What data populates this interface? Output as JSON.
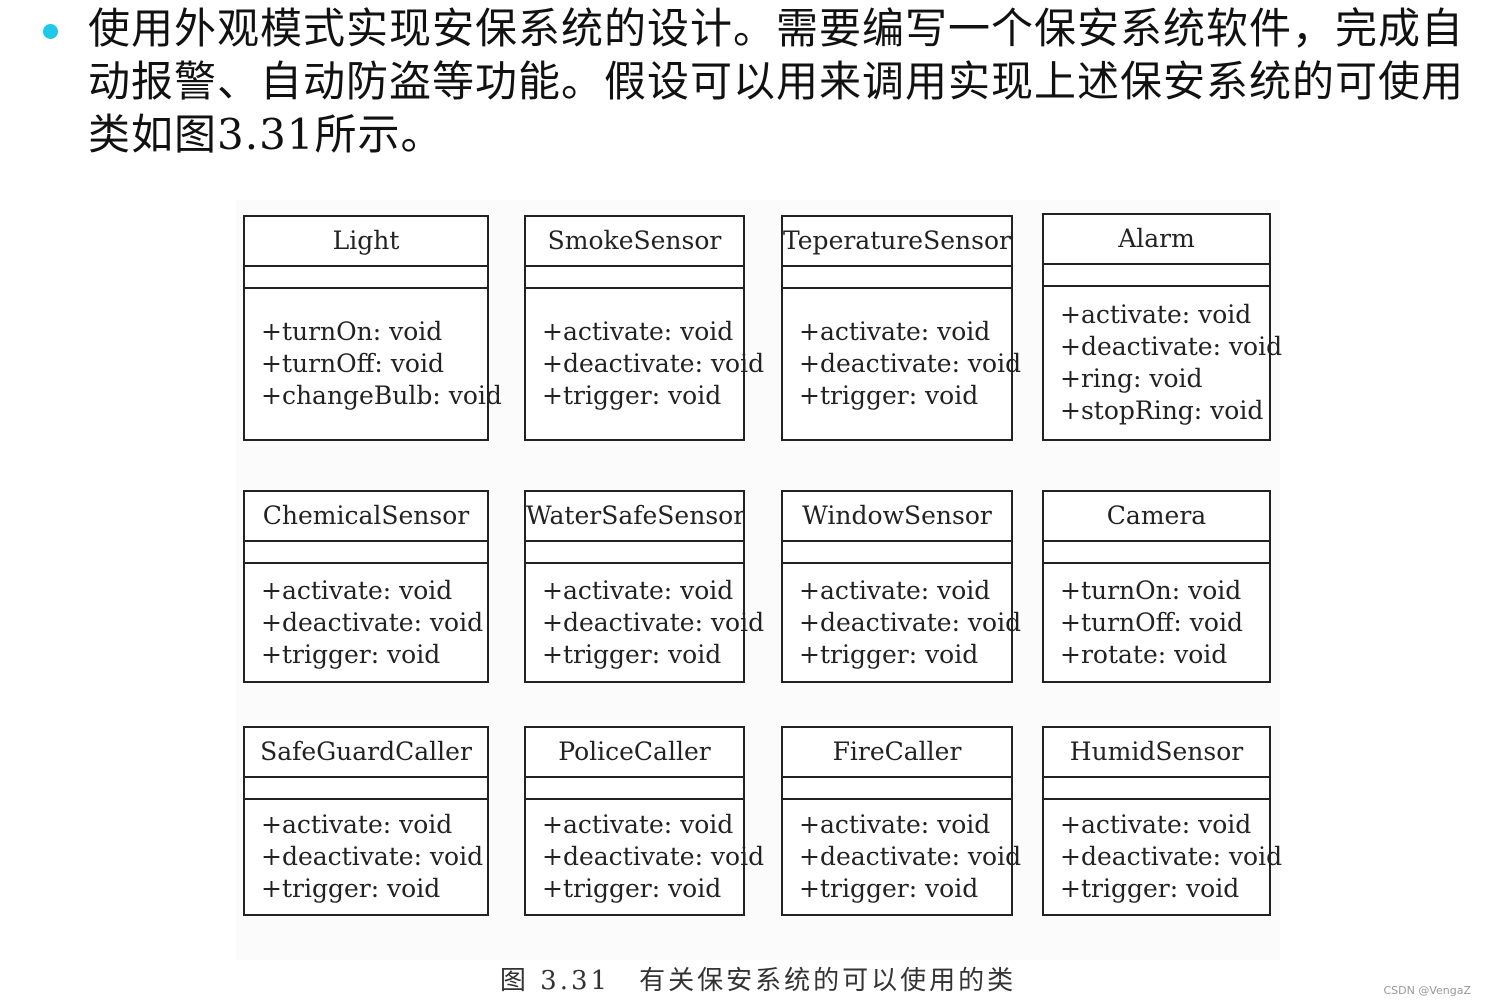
{
  "intro": {
    "text": "使用外观模式实现安保系统的设计。需要编写一个保安系统软件，完成自动报警、自动防盗等功能。假设可以用来调用实现上述保安系统的可使用类如图3.31所示。"
  },
  "classes": [
    {
      "name": "Light",
      "ops": [
        "+turnOn: void",
        "+turnOff: void",
        "+changeBulb: void"
      ]
    },
    {
      "name": "SmokeSensor",
      "ops": [
        "+activate: void",
        "+deactivate: void",
        "+trigger: void"
      ]
    },
    {
      "name": "TeperatureSensor",
      "ops": [
        "+activate: void",
        "+deactivate: void",
        "+trigger: void"
      ]
    },
    {
      "name": "Alarm",
      "ops": [
        "+activate: void",
        "+deactivate: void",
        "+ring: void",
        "+stopRing: void"
      ]
    },
    {
      "name": "ChemicalSensor",
      "ops": [
        "+activate: void",
        "+deactivate: void",
        "+trigger: void"
      ]
    },
    {
      "name": "WaterSafeSensor",
      "ops": [
        "+activate: void",
        "+deactivate: void",
        "+trigger: void"
      ]
    },
    {
      "name": "WindowSensor",
      "ops": [
        "+activate: void",
        "+deactivate: void",
        "+trigger: void"
      ]
    },
    {
      "name": "Camera",
      "ops": [
        "+turnOn: void",
        "+turnOff: void",
        "+rotate: void"
      ]
    },
    {
      "name": "SafeGuardCaller",
      "ops": [
        "+activate: void",
        "+deactivate: void",
        "+trigger: void"
      ]
    },
    {
      "name": "PoliceCaller",
      "ops": [
        "+activate: void",
        "+deactivate: void",
        "+trigger: void"
      ]
    },
    {
      "name": "FireCaller",
      "ops": [
        "+activate: void",
        "+deactivate: void",
        "+trigger: void"
      ]
    },
    {
      "name": "HumidSensor",
      "ops": [
        "+activate: void",
        "+deactivate: void",
        "+trigger: void"
      ]
    }
  ],
  "caption": "图 3.31　有关保安系统的可以使用的类",
  "watermark": "CSDN @VengaZ",
  "colors": {
    "bullet": "#1ec8e6",
    "border": "#222222"
  }
}
